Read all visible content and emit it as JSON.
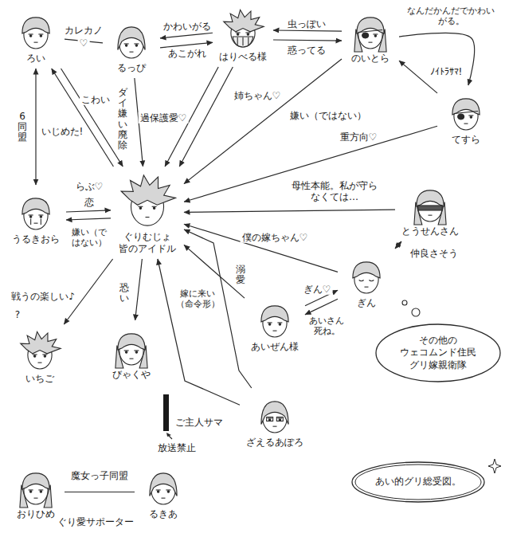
{
  "diagram": {
    "nodes": [
      {
        "text": [
          "ろい"
        ]
      },
      {
        "text": [
          "るっぴ"
        ]
      },
      {
        "text": [
          "はりべる様"
        ]
      },
      {
        "text": [
          "のいとら"
        ]
      },
      {
        "text": [
          "てすら"
        ]
      },
      {
        "text": [
          "うるきおら"
        ]
      },
      {
        "text": [
          "ぐりむじょ",
          "皆のアイドル"
        ]
      },
      {
        "text": [
          "とうせんさん"
        ]
      },
      {
        "text": [
          "ぎん"
        ]
      },
      {
        "text": [
          "あいぜん様"
        ]
      },
      {
        "text": [
          "いちご"
        ]
      },
      {
        "text": [
          "びゃくや"
        ]
      },
      {
        "text": [
          "ざえるあぽろ"
        ]
      },
      {
        "text": [
          "おりひめ"
        ]
      },
      {
        "text": [
          "るきあ"
        ]
      },
      {
        "text": [
          "その他の ウェコムンド住民 グリ嫁親衛隊"
        ]
      },
      {
        "text": [
          "あい的グリ総受図。"
        ]
      }
    ],
    "edges": [
      {
        "from": 0,
        "to": 1,
        "label": "カレカノ",
        "arrow": "none"
      },
      {
        "from": 2,
        "to": 1,
        "label": "かわいがる",
        "arrow": "to"
      },
      {
        "from": 1,
        "to": 2,
        "label": "あこがれ",
        "arrow": "to"
      },
      {
        "from": 3,
        "to": 2,
        "label": "虫っぽい",
        "arrow": "to"
      },
      {
        "from": 2,
        "to": 3,
        "label": "惑ってる",
        "arrow": "to"
      },
      {
        "from": 3,
        "to": 4,
        "label": "なんだかんだでかわいがる。",
        "arrow": "to"
      },
      {
        "from": 4,
        "to": 3,
        "label": "ﾉｲﾄﾗｻﾏ!",
        "arrow": "to"
      },
      {
        "from": 4,
        "to": 6,
        "label": "重方向♡",
        "arrow": "to"
      },
      {
        "from": 3,
        "to": 6,
        "label": "嫌い（ではない）",
        "arrow": "to"
      },
      {
        "from": 2,
        "to": 6,
        "label": "過保護愛♡",
        "arrow": "to"
      },
      {
        "from": 2,
        "to": 6,
        "label": "姉ちゃん♡",
        "arrow": "to"
      },
      {
        "from": 1,
        "to": 6,
        "label": "ダイ嫌い 廃除",
        "arrow": "to"
      },
      {
        "from": 0,
        "to": 6,
        "label": "こわい",
        "arrow": "to"
      },
      {
        "from": 6,
        "to": 0,
        "label": "いじめた!",
        "arrow": "to"
      },
      {
        "from": 0,
        "to": 5,
        "label": "6同盟",
        "arrow": "both"
      },
      {
        "from": 5,
        "to": 6,
        "label": "恋",
        "arrow": "to"
      },
      {
        "from": 7,
        "to": 6,
        "label": "母性本能。私が守らなくては…",
        "arrow": "to"
      },
      {
        "from": 7,
        "to": 8,
        "label": "仲良さそう",
        "arrow": "both"
      },
      {
        "from": 8,
        "to": 6,
        "label": "僕の嫁ちゃん♡",
        "arrow": "to"
      },
      {
        "from": 9,
        "to": 6,
        "label": "溺愛",
        "arrow": "to"
      },
      {
        "from": 9,
        "to": 8,
        "label": "ぎん♡",
        "arrow": "to"
      },
      {
        "from": 8,
        "to": 9,
        "label": "あいさん死ね。",
        "arrow": "to"
      },
      {
        "from": 12,
        "to": 6,
        "label": "ご主人サマ",
        "arrow": "to"
      },
      {
        "from": 6,
        "to": 5,
        "label": "嫌い（ではない）",
        "arrow": "to"
      },
      {
        "from": 6,
        "to": 10,
        "label": "戦うの楽しい♪",
        "arrow": "to"
      },
      {
        "from": 6,
        "to": 11,
        "label": "恐い",
        "arrow": "to"
      },
      {
        "from": 12,
        "to": 6,
        "label": "嫁に来い（命令形）",
        "arrow": "to"
      },
      {
        "from": 13,
        "to": 14,
        "label": "魔女っ子同盟",
        "arrow": "none"
      }
    ],
    "labels": [
      "♡",
      "らぶ♡",
      "?",
      "放送禁止",
      "ぐり愛サポーター"
    ]
  }
}
